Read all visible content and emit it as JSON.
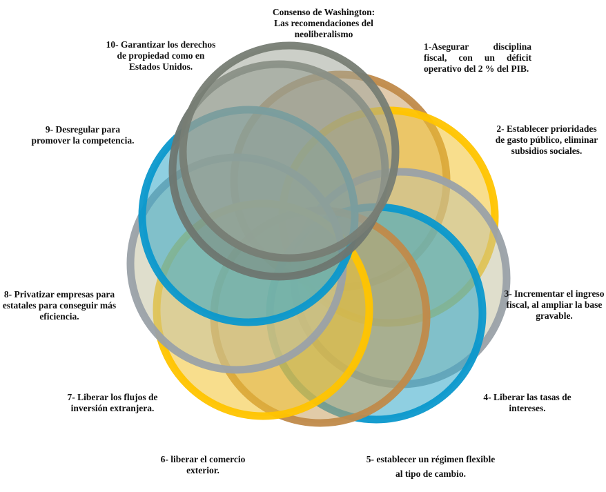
{
  "title": "Consenso de Washington: Las recomendaciones del neoliberalismo",
  "items": [
    "1-Asegurar disciplina fiscal, con un déficit operativo del 2 % del PIB.",
    "2- Establecer prioridades de gasto público, eliminar subsidios sociales.",
    "3- Incrementar el ingreso fiscal, al ampliar la base gravable.",
    "4- Liberar las tasas de intereses.",
    "5- establecer un régimen flexible al tipo de cambio.",
    "6- liberar el comercio exterior.",
    "7- Liberar los flujos de inversión extranjera.",
    "8- Privatizar empresas para estatales para conseguir más eficiencia.",
    "9- Desregular para promover la competencia.",
    "10- Garantizar los derechos de propiedad como en Estados Unidos."
  ],
  "ring_colors": [
    "#777d74",
    "#c08a4a",
    "#ffc400",
    "#9aa1a8",
    "#0b98cc",
    "#c08a4a",
    "#ffc400",
    "#9aa1a8",
    "#0b98cc",
    "#6e7670"
  ],
  "ring_fills": [
    "#a3a89b",
    "#cba06a",
    "#f2c230",
    "#c4c3a2",
    "#33a8c8",
    "#c9a060",
    "#f2c230",
    "#c4c3a2",
    "#33a8c8",
    "#808a80"
  ]
}
